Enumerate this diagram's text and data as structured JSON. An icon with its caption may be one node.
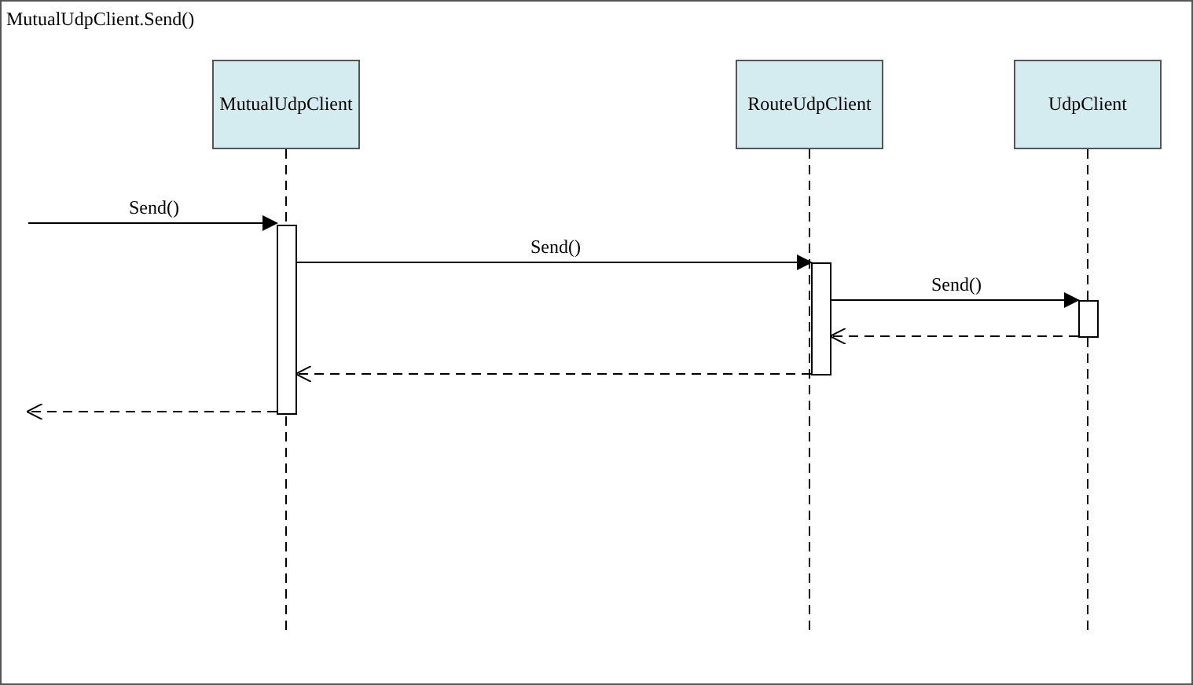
{
  "diagram": {
    "title": "MutualUdpClient.Send()",
    "nodes": [
      {
        "text": [
          "MutualUdpClient"
        ]
      },
      {
        "text": [
          "RouteUdpClient"
        ]
      },
      {
        "text": [
          "UdpClient"
        ]
      },
      {
        "text": [],
        "shape": "bar"
      },
      {
        "text": [],
        "shape": "bar"
      },
      {
        "text": [],
        "shape": "bar"
      }
    ],
    "edges": [
      {
        "from": null,
        "to": 3,
        "arrow": "to",
        "label": "Send()"
      },
      {
        "from": 3,
        "to": 4,
        "arrow": "to",
        "label": "Send()"
      },
      {
        "from": 4,
        "to": 5,
        "arrow": "to",
        "label": "Send()"
      },
      {
        "from": 5,
        "to": 4,
        "arrow": "to",
        "style": "dashed"
      },
      {
        "from": 4,
        "to": 3,
        "arrow": "to",
        "style": "dashed"
      },
      {
        "from": 3,
        "to": null,
        "arrow": "to",
        "style": "dashed"
      }
    ]
  }
}
